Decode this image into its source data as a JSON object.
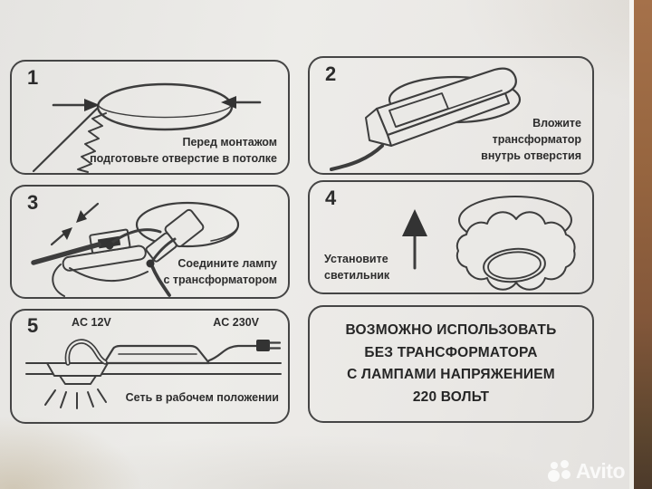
{
  "panels": {
    "p1": {
      "number": "1",
      "caption": [
        "Перед монтажом",
        "подготовьте отверстие в потолке"
      ]
    },
    "p2": {
      "number": "2",
      "caption": [
        "Вложите",
        "трансформатор",
        "внутрь отверстия"
      ]
    },
    "p3": {
      "number": "3",
      "caption": [
        "Соедините лампу",
        "с трансформатором"
      ]
    },
    "p4": {
      "number": "4",
      "caption": [
        "Установите",
        "светильник"
      ]
    },
    "p5": {
      "number": "5",
      "label_low_voltage": "AC 12V",
      "label_mains_voltage": "AC 230V",
      "caption": "Сеть в рабочем положении"
    },
    "notice": {
      "lines": [
        "ВОЗМОЖНО ИСПОЛЬЗОВАТЬ",
        "БЕЗ ТРАНСФОРМАТОРА",
        "С ЛАМПАМИ НАПРЯЖЕНИЕМ",
        "220 ВОЛЬТ"
      ]
    }
  },
  "watermark": {
    "brand": "Avito"
  },
  "colors": {
    "ink": "#333333",
    "paper": "#eae9e6",
    "wood": "#8a5c3e"
  }
}
